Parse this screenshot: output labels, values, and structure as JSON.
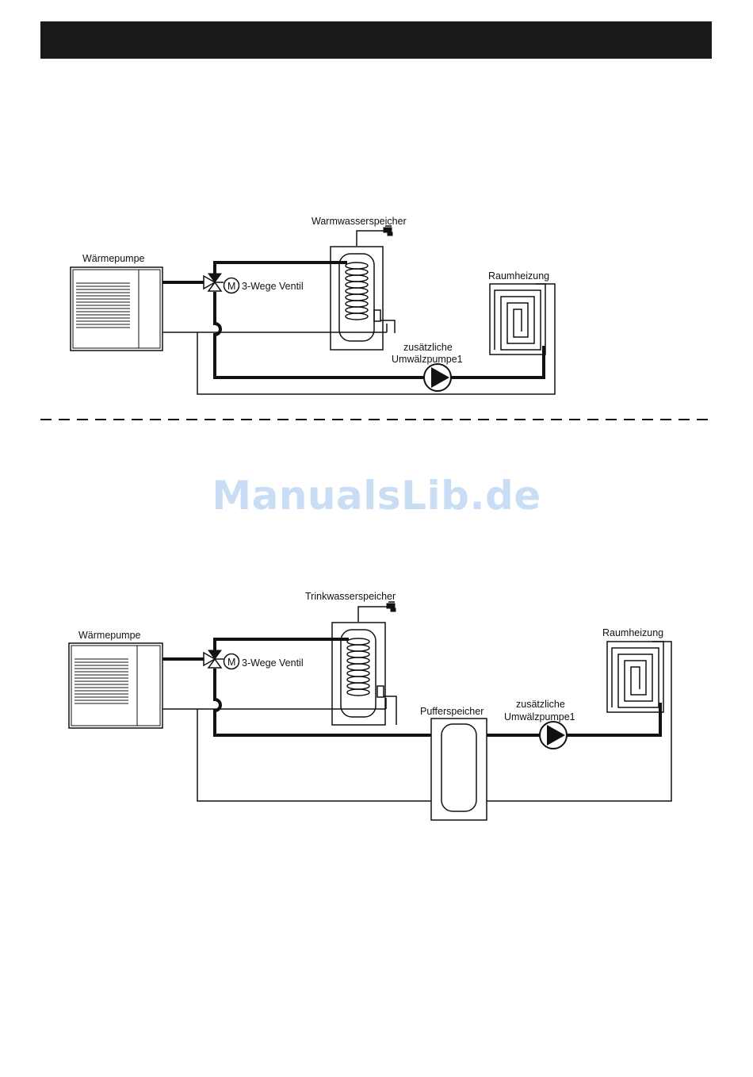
{
  "header": {
    "color": "#1a1a1a"
  },
  "watermark": {
    "text": "ManualsLib.de",
    "color": "#c9def5"
  },
  "diagram1": {
    "heat_pump_label": "Wärmepumpe",
    "valve_motor_letter": "M",
    "valve_label": "3-Wege Ventil",
    "tank_label": "Warmwasserspeicher",
    "heating_label": "Raumheizung",
    "pump_label_line1": "zusätzliche",
    "pump_label_line2": "Umwälzpumpe1"
  },
  "diagram2": {
    "heat_pump_label": "Wärmepumpe",
    "valve_motor_letter": "M",
    "valve_label": "3-Wege Ventil",
    "tank_label": "Trinkwasserspeicher",
    "buffer_label": "Pufferspeicher",
    "heating_label": "Raumheizung",
    "pump_label_line1": "zusätzliche",
    "pump_label_line2": "Umwälzpumpe1"
  }
}
